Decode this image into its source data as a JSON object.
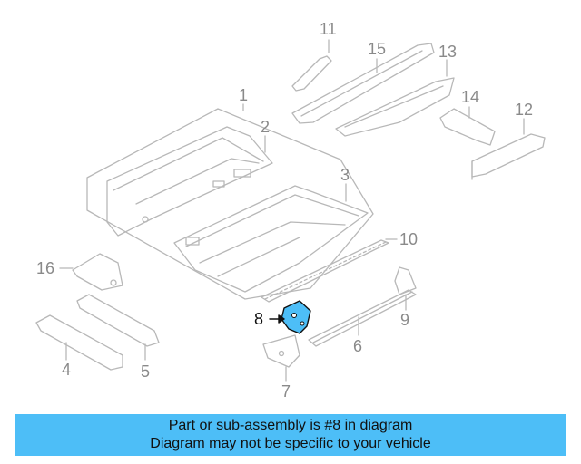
{
  "callouts": {
    "c1": "1",
    "c2": "2",
    "c3": "3",
    "c4": "4",
    "c5": "5",
    "c6": "6",
    "c7": "7",
    "c8": "8",
    "c9": "9",
    "c10": "10",
    "c11": "11",
    "c12": "12",
    "c13": "13",
    "c14": "14",
    "c15": "15",
    "c16": "16"
  },
  "highlighted_part": "8",
  "colors": {
    "highlight": "#4dbef7",
    "line_art": "#b8b8b8",
    "banner": "#4dbef7"
  },
  "banner": {
    "line1": "Part or sub-assembly is #8 in diagram",
    "line2": "Diagram may not be specific to your vehicle"
  }
}
